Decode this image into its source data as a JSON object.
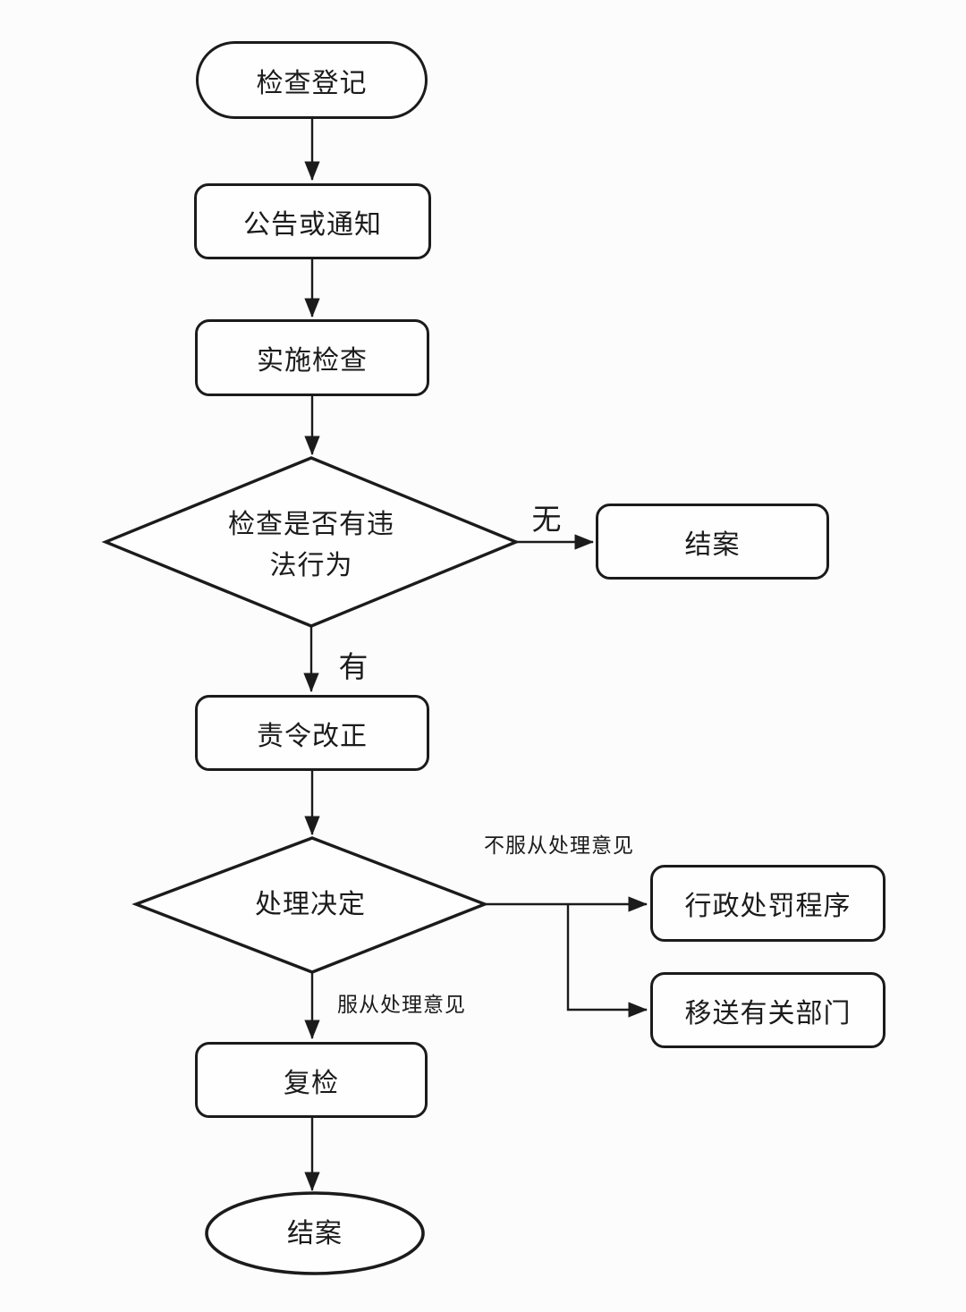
{
  "colors": {
    "line": "#1b1b1b",
    "background": "#fcfcfc",
    "node_fill": "#fefefe"
  },
  "nodes": {
    "start": {
      "shape": "stadium",
      "label": "检查登记"
    },
    "notice": {
      "shape": "rounded-rect",
      "label": "公告或通知"
    },
    "inspect": {
      "shape": "rounded-rect",
      "label": "实施检查"
    },
    "decision_illegal": {
      "shape": "diamond",
      "label": "检查是否有违法行为",
      "line1": "检查是否有违",
      "line2": "法行为"
    },
    "close_case_right": {
      "shape": "rounded-rect",
      "label": "结案"
    },
    "order_correction": {
      "shape": "rounded-rect",
      "label": "责令改正"
    },
    "decision_handling": {
      "shape": "diamond",
      "label": "处理决定"
    },
    "admin_penalty": {
      "shape": "rounded-rect",
      "label": "行政处罚程序"
    },
    "transfer_dept": {
      "shape": "rounded-rect",
      "label": "移送有关部门"
    },
    "recheck": {
      "shape": "rounded-rect",
      "label": "复检"
    },
    "close_case_end": {
      "shape": "ellipse",
      "label": "结案"
    }
  },
  "edge_labels": {
    "no": "无",
    "yes": "有",
    "disobey": "不服从处理意见",
    "obey": "服从处理意见"
  }
}
